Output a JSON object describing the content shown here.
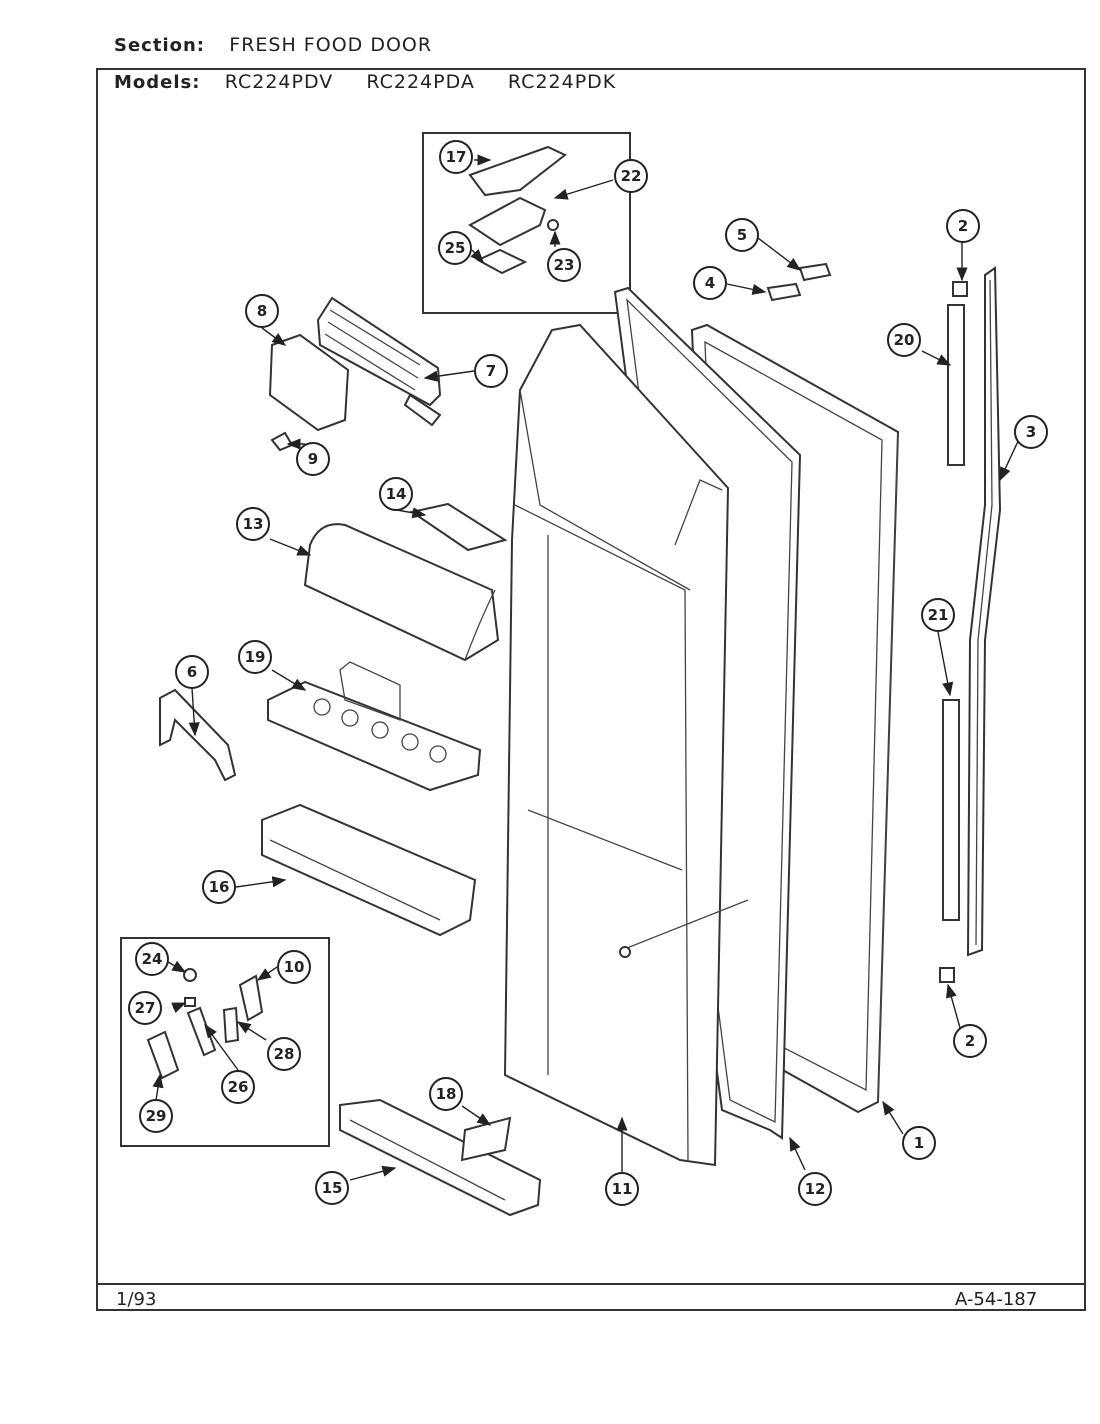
{
  "header": {
    "section_label": "Section:",
    "section_value": "FRESH FOOD DOOR",
    "models_label": "Models:",
    "models": [
      "RC224PDV",
      "RC224PDA",
      "RC224PDK"
    ]
  },
  "footer": {
    "date": "1/93",
    "page_code": "A-54-187"
  },
  "callouts": [
    "1",
    "2",
    "2",
    "3",
    "4",
    "5",
    "6",
    "7",
    "8",
    "9",
    "10",
    "11",
    "12",
    "13",
    "14",
    "15",
    "16",
    "17",
    "18",
    "19",
    "20",
    "21",
    "22",
    "23",
    "24",
    "25",
    "26",
    "27",
    "28",
    "29"
  ]
}
